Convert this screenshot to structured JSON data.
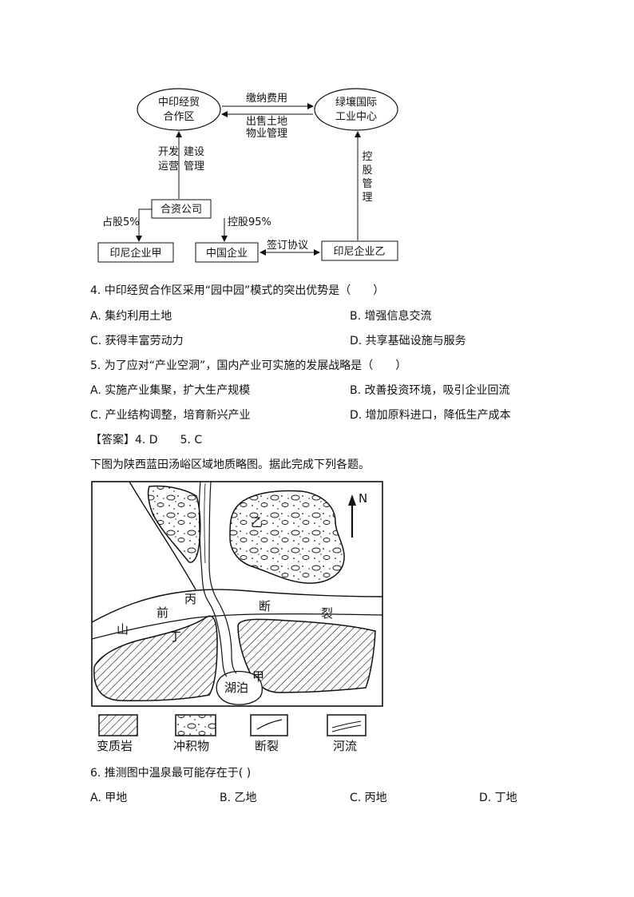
{
  "flowchart": {
    "node_zone": [
      "中印经贸",
      "合作区"
    ],
    "node_center": [
      "绿壤国际",
      "工业中心"
    ],
    "arrow_fee": "缴纳费用",
    "arrow_sell": [
      "出售土地",
      "物业管理"
    ],
    "label_develop": [
      "开发",
      "运营"
    ],
    "label_build": [
      "建设",
      "管理"
    ],
    "label_holding": [
      "控",
      "股",
      "管",
      "理"
    ],
    "node_jv": "合资公司",
    "label_5pct": "占股5%",
    "label_95pct": "控股95%",
    "node_indo_a": "印尼企业甲",
    "node_cn": "中国企业",
    "node_indo_b": "印尼企业乙",
    "label_agreement": "签订协议"
  },
  "q4": {
    "stem": "4. 中印经贸合作区采用“园中园”模式的突出优势是（　　）",
    "A": "A.  集约利用土地",
    "B": "B.  增强信息交流",
    "C": "C.  获得丰富劳动力",
    "D": "D.  共享基础设施与服务"
  },
  "q5": {
    "stem": "5. 为了应对“产业空洞”，国内产业可实施的发展战略是（　　）",
    "A": "A.  实施产业集聚，扩大生产规模",
    "B": "B.  改善投资环境，吸引企业回流",
    "C": "C.  产业结构调整，培育新兴产业",
    "D": "D.  增加原料进口，降低生产成本"
  },
  "answer": "【答案】4. D　　5. C",
  "intro": "下图为陕西蓝田汤峪区域地质略图。据此完成下列各题。",
  "map": {
    "north": "N",
    "yi": "乙",
    "bing": "丙",
    "qian": "前",
    "shan": "山",
    "ding": "丁",
    "duan": "断",
    "lie": "裂",
    "jia": "甲",
    "lake": "湖泊"
  },
  "legend": {
    "metamorphic": "变质岩",
    "alluvium": "冲积物",
    "fault": "断裂",
    "river": "河流"
  },
  "q6": {
    "stem": "6. 推测图中温泉最可能存在于(      )",
    "A": "A.  甲地",
    "B": "B.  乙地",
    "C": "C.  丙地",
    "D": "D.  丁地"
  }
}
